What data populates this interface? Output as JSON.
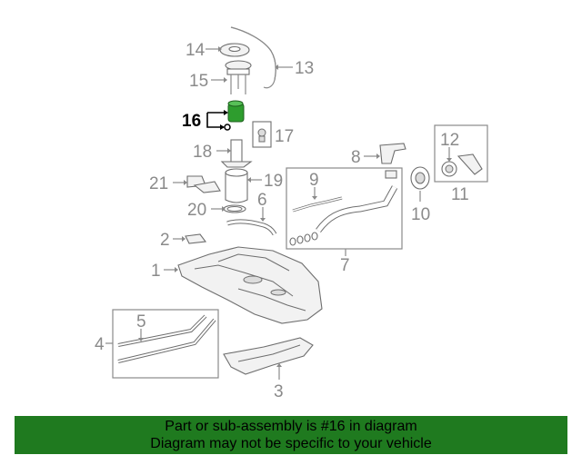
{
  "diagram": {
    "highlighted_part": "16",
    "labels": {
      "p1": "1",
      "p2": "2",
      "p3": "3",
      "p4": "4",
      "p5": "5",
      "p6": "6",
      "p7": "7",
      "p8": "8",
      "p9": "9",
      "p10": "10",
      "p11": "11",
      "p12": "12",
      "p13": "13",
      "p14": "14",
      "p15": "15",
      "p16": "16",
      "p17": "17",
      "p18": "18",
      "p19": "19",
      "p20": "20",
      "p21": "21"
    },
    "colors": {
      "highlight": "#2e9d2e",
      "label": "#8a8a8a",
      "banner": "#1f7a1f"
    }
  },
  "banner": {
    "line1": "Part or sub-assembly is #16 in diagram",
    "line2": "Diagram may not be specific to your vehicle"
  }
}
